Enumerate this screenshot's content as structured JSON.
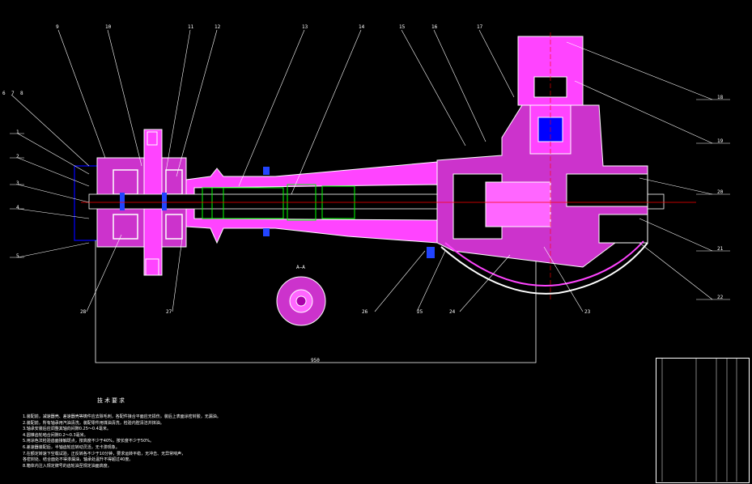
{
  "colors": {
    "background": "#000000",
    "housing": "#ff44ff",
    "outline": "#ffffff",
    "shaft": "#0000ff",
    "centerline": "#ff0000",
    "spline": "#00ff00",
    "leader": "#ffffff"
  },
  "callouts": [
    "1",
    "2",
    "3",
    "4",
    "5",
    "6",
    "7",
    "8",
    "9",
    "10",
    "11",
    "12",
    "13",
    "14",
    "15",
    "16",
    "17",
    "18",
    "19",
    "20",
    "21",
    "22",
    "23",
    "24",
    "25",
    "26",
    "27",
    "28"
  ],
  "section_label": "A—A",
  "dim_label": "950",
  "notes": {
    "title": "技术要求",
    "lines": [
      "1.装配前，减速器壳、差速器壳等铸件应去除毛刺，各配件接合平面应无损伤，装后上表面涂密封胶，无漏油。",
      "2.装配前，所有轴承用汽油清洗，装配零件用煤油清洗，检验内腔清洁并抹油。",
      "3.轴承安装后应调整其轴向间隙0.25～0.4毫米。",
      "4.圆锥齿轮啮合间隙0.2～0.3毫米。",
      "5.用涂色法检验齿面接触斑点，按高度不少于40%，按长度不少于50%。",
      "6.差速器装配后，半轴齿轮应转动灵活，无卡滞现象。",
      "7.在额定转速下空载试验，正反转各不少于10分钟，要求运转平稳，无冲击、无异常响声，",
      "  各密封处、结合面处不得渗漏油，轴承处温升不得超过40度。",
      "8.箱体内注入规定牌号的齿轮油至规定油面高度。"
    ]
  }
}
